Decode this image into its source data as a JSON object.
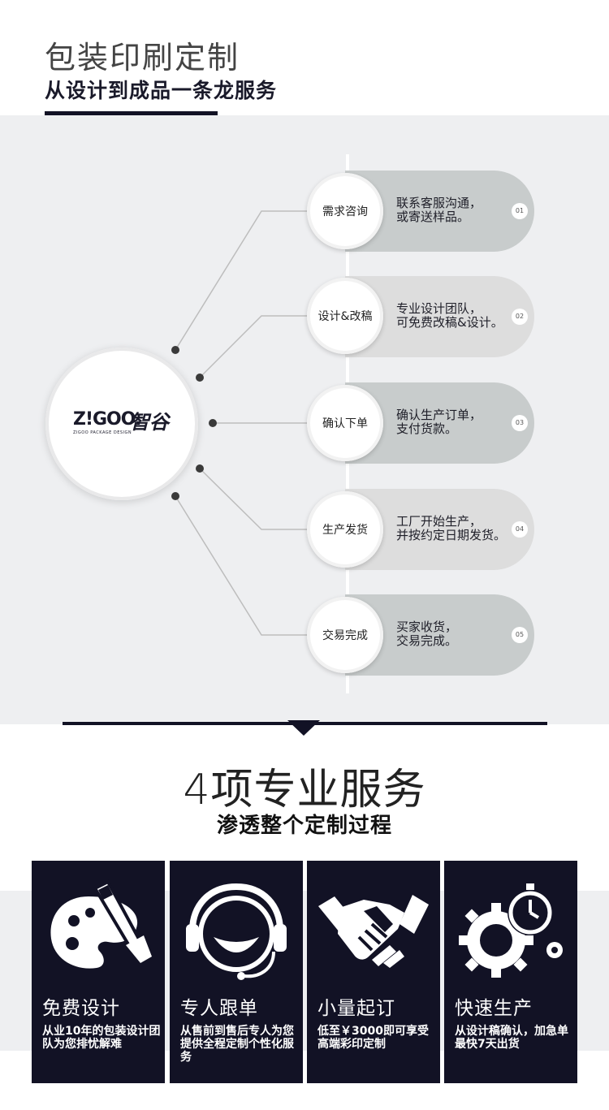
{
  "header": {
    "title": "包装印刷定制",
    "subtitle": "从设计到成品一条龙服务"
  },
  "logo": {
    "brand": "Z!GOO.",
    "script": "智谷",
    "tagline": "ZIGOO PACKAGE DESIGN"
  },
  "steps": [
    {
      "label": "需求咨询",
      "text": "联系客服沟通，\n或寄送样品。",
      "num": "01",
      "pill_color": "#c8cccc"
    },
    {
      "label": "设计&改稿",
      "text": "专业设计团队，\n可免费改稿&设计。",
      "num": "02",
      "pill_color": "#dddddd"
    },
    {
      "label": "确认下单",
      "text": "确认生产订单，\n支付货款。",
      "num": "03",
      "pill_color": "#c8cccc"
    },
    {
      "label": "生产发货",
      "text": "工厂开始生产，\n并按约定日期发货。",
      "num": "04",
      "pill_color": "#dddddd"
    },
    {
      "label": "交易完成",
      "text": "买家收货，\n交易完成。",
      "num": "05",
      "pill_color": "#c8cccc"
    }
  ],
  "services": {
    "title": "4项专业服务",
    "subtitle": "渗透整个定制过程",
    "cards": [
      {
        "icon": "palette-brush-icon",
        "title": "免费设计",
        "desc": "从业10年的包装设计团队为您排忧解难"
      },
      {
        "icon": "headset-icon",
        "title": "专人跟单",
        "desc": "从售前到售后专人为您提供全程定制个性化服务"
      },
      {
        "icon": "handshake-icon",
        "title": "小量起订",
        "desc": "低至￥3000即可享受高端彩印定制"
      },
      {
        "icon": "gear-stopwatch-icon",
        "title": "快速生产",
        "desc": "从设计稿确认，加急单最快7天出货"
      }
    ]
  },
  "colors": {
    "navy": "#121225",
    "section_bg": "#eeeff1"
  }
}
